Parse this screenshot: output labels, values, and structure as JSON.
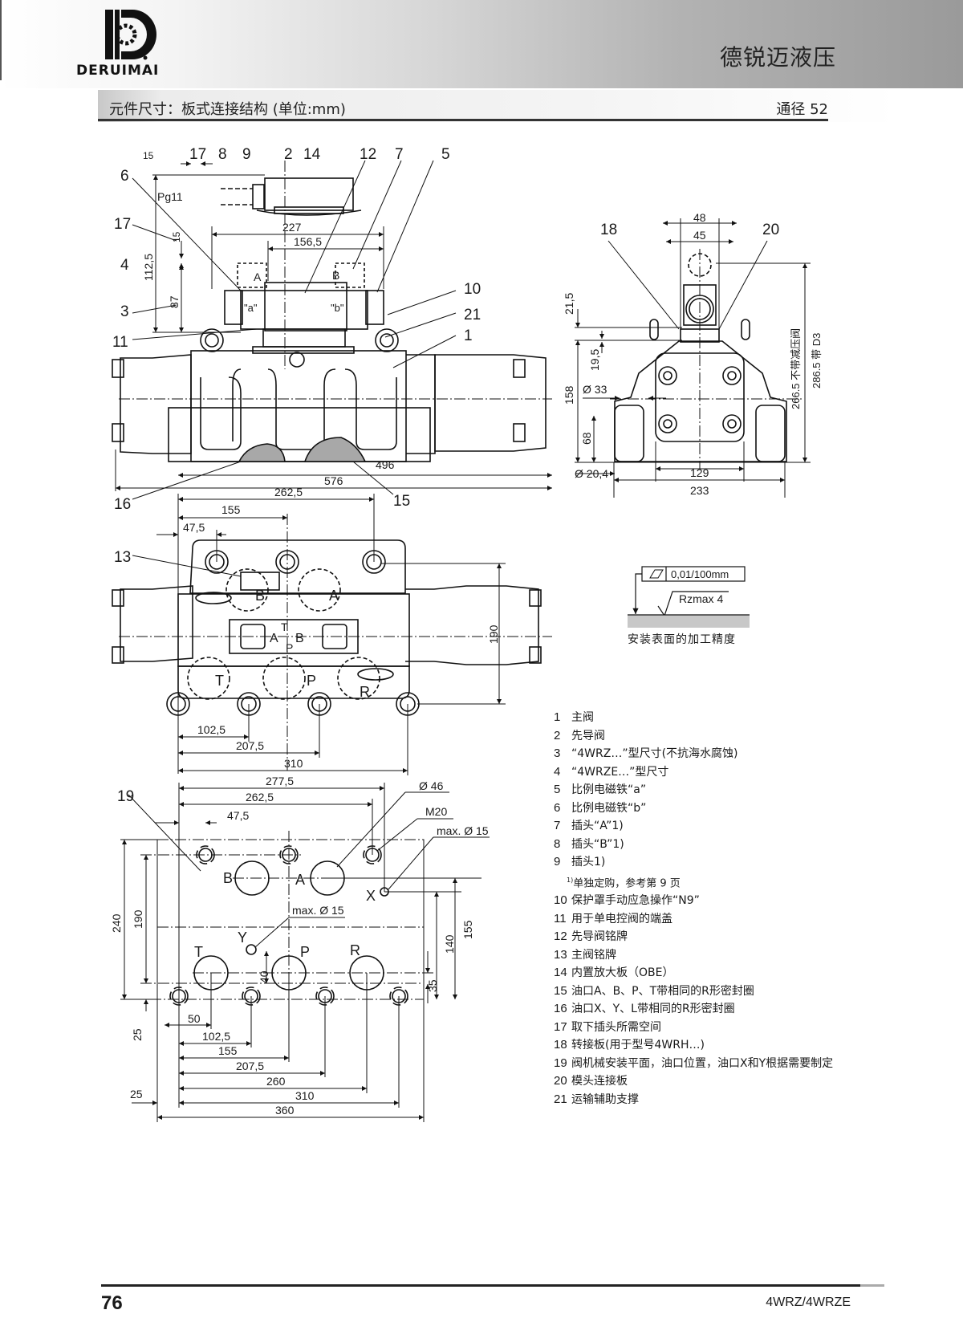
{
  "header": {
    "logo_text": "DERUIMAI",
    "brand_name": "德锐迈液压",
    "section_title": "元件尺寸：板式连接结构 (单位:mm)",
    "nominal_size": "通径 52"
  },
  "front_view": {
    "callouts": [
      "15",
      "17",
      "8",
      "9",
      "2",
      "14",
      "12",
      "7",
      "5",
      "6",
      "17",
      "4",
      "3",
      "11",
      "10",
      "21",
      "1",
      "16",
      "15"
    ],
    "pg_label": "Pg11",
    "dims": {
      "d227": "227",
      "d156_5": "156,5",
      "d112_5": "112,5",
      "d15v": "15",
      "d87": "87",
      "d496": "496",
      "d576": "576"
    },
    "solenoid_a": "\"a\"",
    "solenoid_b": "\"b\"",
    "port_a": "A",
    "port_b": "B"
  },
  "side_view": {
    "callouts": [
      "18",
      "20"
    ],
    "dims": {
      "d48": "48",
      "d45": "45",
      "d21_5": "21,5",
      "d19_5": "19,5",
      "d158": "158",
      "d33": "Ø 33",
      "d68": "68",
      "d20_4": "Ø 20,4",
      "d129": "129",
      "d233": "233",
      "h_without": "266.5 不带减压阀",
      "h_with": "286.5 带 D3"
    }
  },
  "top_view": {
    "callout": "13",
    "dims": {
      "d262_5": "262,5",
      "d155": "155",
      "d47_5": "47,5",
      "d190": "190",
      "d102_5": "102,5",
      "d207_5": "207,5",
      "d310": "310"
    },
    "ports": [
      "B",
      "A",
      "T",
      "P",
      "R"
    ],
    "pilot_ports": [
      "A",
      "T",
      "B",
      "P"
    ]
  },
  "surface_spec": {
    "tolerance": "0,01/100mm",
    "roughness": "Rzmax 4",
    "caption": "安装表面的加工精度"
  },
  "mounting_face": {
    "callout": "19",
    "dims": {
      "d277_5": "277,5",
      "d262_5": "262,5",
      "d47_5": "47,5",
      "d46": "Ø 46",
      "m20": "M20",
      "x_max": "max. Ø 15",
      "y_max": "max. Ø 15",
      "d240": "240",
      "d190": "190",
      "d140": "140",
      "d155": "155",
      "d40": "40",
      "d35": "35",
      "d25v": "25",
      "d50": "50",
      "d102_5": "102,5",
      "d155h": "155",
      "d207_5": "207,5",
      "d260": "260",
      "d310": "310",
      "d25h": "25",
      "d360": "360"
    },
    "ports": {
      "b": "B",
      "a": "A",
      "x": "X",
      "y": "Y",
      "t": "T",
      "p": "P",
      "r": "R"
    }
  },
  "legend": {
    "items": [
      {
        "num": "1",
        "text": "主阀"
      },
      {
        "num": "2",
        "text": "先导阀"
      },
      {
        "num": "3",
        "text": "“4WRZ…”型尺寸(不抗海水腐蚀)"
      },
      {
        "num": "4",
        "text": "“4WRZE…”型尺寸"
      },
      {
        "num": "5",
        "text": "比例电磁铁“a”"
      },
      {
        "num": "6",
        "text": "比例电磁铁“b”"
      },
      {
        "num": "7",
        "text": "插头“A”1)"
      },
      {
        "num": "8",
        "text": "插头“B”1)"
      },
      {
        "num": "9",
        "text": "插头1)"
      },
      {
        "num": "10",
        "text": "保护罩手动应急操作“N9”"
      },
      {
        "num": "11",
        "text": "用于单电控阀的端盖"
      },
      {
        "num": "12",
        "text": "先导阀铭牌"
      },
      {
        "num": "13",
        "text": "主阀铭牌"
      },
      {
        "num": "14",
        "text": "内置放大板（OBE）"
      },
      {
        "num": "15",
        "text": "油口A、B、P、T带相同的R形密封圈"
      },
      {
        "num": "16",
        "text": "油口X、Y、L带相同的R形密封圈"
      },
      {
        "num": "17",
        "text": "取下插头所需空间"
      },
      {
        "num": "18",
        "text": "转接板(用于型号4WRH…)"
      },
      {
        "num": "19",
        "text": "阀机械安装平面，油口位置，油口X和Y根据需要制定"
      },
      {
        "num": "20",
        "text": "模头连接板"
      },
      {
        "num": "21",
        "text": "运输辅助支撑"
      }
    ],
    "footnote_mark": "1)",
    "footnote": "单独定购，参考第 9 页"
  },
  "footer": {
    "page_number": "76",
    "model": "4WRZ/4WRZE"
  }
}
